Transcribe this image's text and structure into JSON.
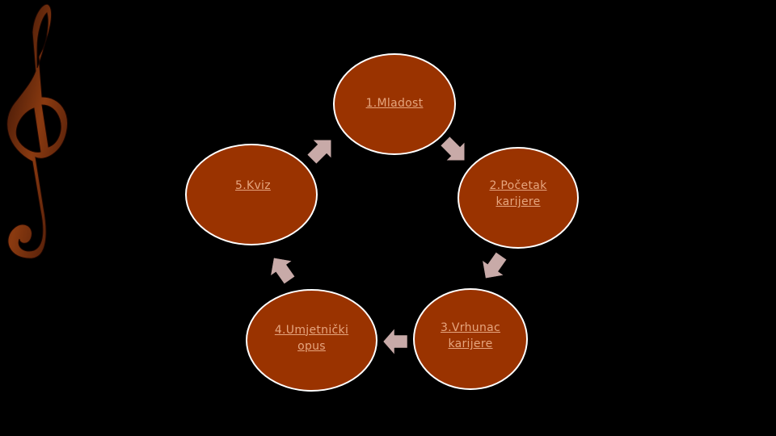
{
  "colors": {
    "background": "#000000",
    "node_fill": "#9a3300",
    "node_border": "#ffffff",
    "label_text": "#e6a57e",
    "arrow_fill": "#c8aaa8",
    "clef_dark": "#3a1206",
    "clef_light": "#8a3a10"
  },
  "icons": {
    "decoration": "treble-clef-icon",
    "connector": "arrow-icon"
  },
  "nodes": [
    {
      "id": "mladost",
      "label": "1.Mladost"
    },
    {
      "id": "pocetak",
      "label": "2.Početak\nkarijere"
    },
    {
      "id": "vrhunac",
      "label": "3.Vrhunac\nkarijere"
    },
    {
      "id": "opus",
      "label": "4.Umjetnički\nopus"
    },
    {
      "id": "kviz",
      "label": "5.Kviz"
    }
  ]
}
